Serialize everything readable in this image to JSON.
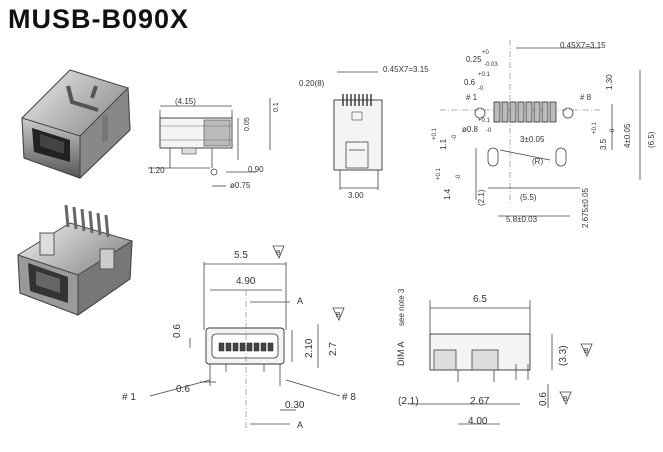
{
  "title": "MUSB-B090X",
  "photos": {
    "top": "connector-photo-angled",
    "bottom": "connector-photo-rear"
  },
  "side_view": {
    "dims": [
      "(4.15)",
      "0.05",
      "0.1",
      "1.20",
      "0.90",
      "ø0.75"
    ]
  },
  "front_small_view": {
    "dims": [
      "0.20(8)",
      "0.45X7=3.15",
      "3.00"
    ]
  },
  "pcb_layout": {
    "dims": [
      "0.45X7=3.15",
      "+0",
      "0.25",
      "-0.03",
      "1.30",
      "+0.1",
      "0.6",
      "-0",
      "# 1",
      "# 8",
      "+0.1",
      "ø0.8",
      "-0",
      "3±0.05",
      "+0.1",
      "1.1",
      "-0",
      "+0.1",
      "3.5",
      "-0",
      "4±0.05",
      "(6.5)",
      "(R)",
      "(5.5)",
      "+0.1",
      "1.4",
      "-0",
      "(2.1)",
      "5.8±0.03",
      "2.675±0.05"
    ]
  },
  "front_view": {
    "dims": [
      "5.5",
      "B",
      "4.90",
      "A",
      "B",
      "0.6",
      "2.10",
      "2.7",
      "# 1",
      "0.6",
      "# 8",
      "0.30",
      "A"
    ]
  },
  "top_view": {
    "dims": [
      "6.5",
      "see note 3",
      "DIM A",
      "(3.3)",
      "B",
      "(2.1)",
      "2.67",
      "0.6",
      "B",
      "4.00"
    ]
  }
}
